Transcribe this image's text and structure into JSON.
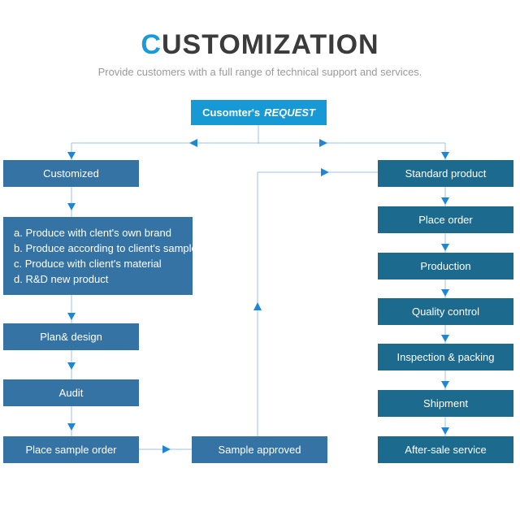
{
  "title": {
    "accent": "C",
    "rest": "USTOMIZATION"
  },
  "subtitle": "Provide customers with a full range of technical support and services.",
  "flow": {
    "root": {
      "label_bold": "Cusomter's",
      "label_italic": "REQUEST"
    },
    "left": {
      "customized": "Customized",
      "options": [
        "a. Produce with clent's own brand",
        "b. Produce according to client's sample",
        "c. Produce with client's material",
        "d. R&D new product"
      ],
      "plan_design": "Plan& design",
      "audit": "Audit",
      "place_sample_order": "Place sample order"
    },
    "middle": {
      "sample_approved": "Sample approved"
    },
    "right": [
      "Standard product",
      "Place order",
      "Production",
      "Quality control",
      "Inspection & packing",
      "Shipment",
      "After-sale service"
    ]
  },
  "colors": {
    "accent": "#189BD7",
    "root_box": "#1799D6",
    "left_box": "#3573A4",
    "right_box": "#1C6A8E",
    "connector_line": "#9CC2E5",
    "arrow": "#1E87D5",
    "title_text": "#3B3B3B",
    "subtitle_text": "#9A9A9A",
    "box_text": "#FFFFFF"
  }
}
